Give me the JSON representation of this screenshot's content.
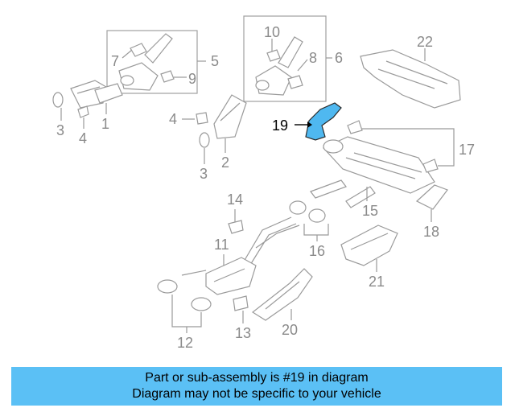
{
  "colors": {
    "banner_bg": "#5bc0f5",
    "highlight_part": "#4fb8f0",
    "line_art": "#9a9a9a",
    "callout_text": "#8a8a8a"
  },
  "callouts": {
    "c1": "1",
    "c2": "2",
    "c3a": "3",
    "c3b": "3",
    "c4a": "4",
    "c4b": "4",
    "c5": "5",
    "c6": "6",
    "c7": "7",
    "c8": "8",
    "c9": "9",
    "c10": "10",
    "c11": "11",
    "c12": "12",
    "c13": "13",
    "c14": "14",
    "c15": "15",
    "c16": "16",
    "c17": "17",
    "c18": "18",
    "c19": "19",
    "c20": "20",
    "c21": "21",
    "c22": "22"
  },
  "banner": {
    "line1": "Part or sub-assembly is #19 in diagram",
    "line2": "Diagram may not be specific to your vehicle"
  }
}
